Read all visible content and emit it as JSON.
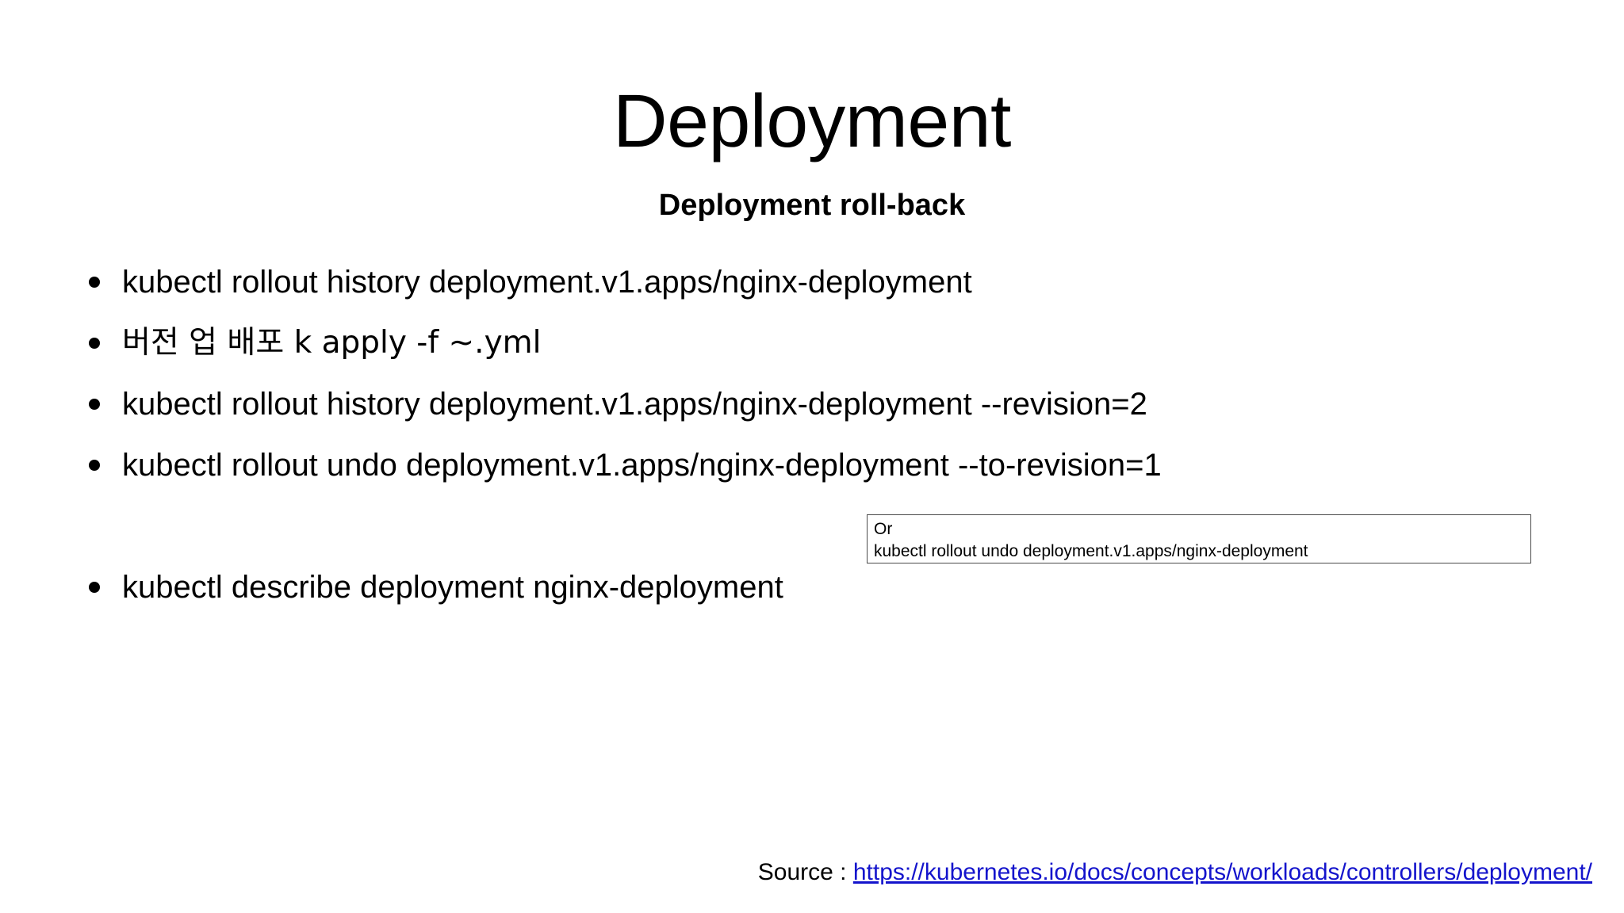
{
  "slide": {
    "title": "Deployment",
    "subtitle": "Deployment roll-back",
    "bullets": [
      {
        "text": "kubectl rollout history deployment.v1.apps/nginx-deployment",
        "lang": "en"
      },
      {
        "text": "버전 업 배포 k apply -f ~.yml",
        "lang": "ko"
      },
      {
        "text": "kubectl rollout history deployment.v1.apps/nginx-deployment --revision=2",
        "lang": "en"
      },
      {
        "text": "kubectl rollout undo deployment.v1.apps/nginx-deployment --to-revision=1",
        "lang": "en"
      },
      {
        "text": "",
        "lang": "en"
      },
      {
        "text": "kubectl describe deployment nginx-deployment",
        "lang": "en"
      }
    ],
    "bullet_marker": "•",
    "callout": {
      "line1": "Or",
      "line2": "kubectl rollout undo deployment.v1.apps/nginx-deployment"
    },
    "footer": {
      "label": "Source : ",
      "url_text": "https://kubernetes.io/docs/concepts/workloads/controllers/deployment/"
    }
  },
  "colors": {
    "background": "#ffffff",
    "text": "#000000",
    "link": "#1414cc",
    "callout_border": "#4a4a4a"
  }
}
